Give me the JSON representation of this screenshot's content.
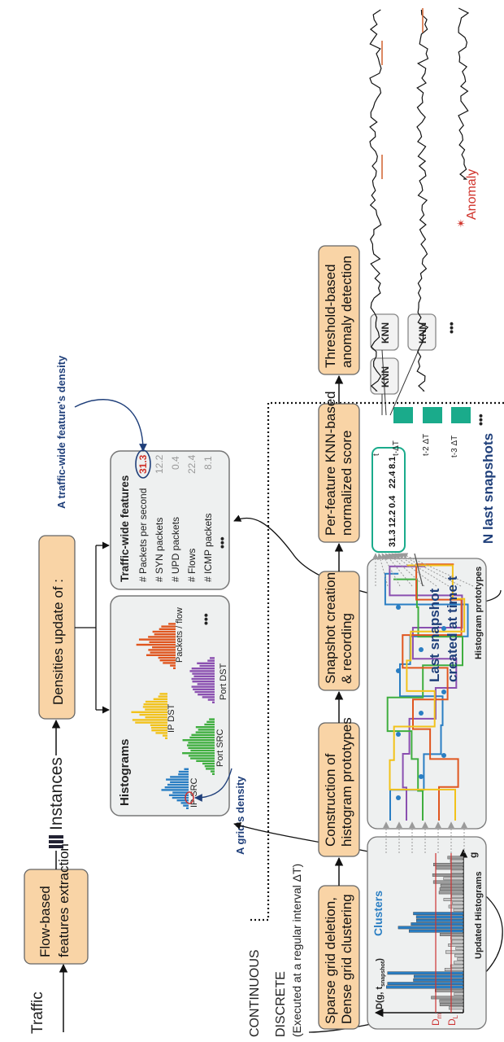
{
  "pipeline": {
    "traffic_label": "Traffic",
    "flow_box": [
      "Flow-based",
      "features extraction"
    ],
    "instances_label": "Instances",
    "densities_box": "Densities update of :",
    "continuous_label": "CONTINUOUS",
    "discrete_label": "DISCRETE",
    "discrete_sub": "(Executed at a regular interval  ΔT)"
  },
  "histograms_panel": {
    "title": "Histograms",
    "items": [
      "IP SRC",
      "IP DST",
      "Packets / flow",
      "Port SRC",
      "Port DST"
    ],
    "more": "•••",
    "grid_density_note": "A grid's density",
    "colors": {
      "ip_src": "#2a7ec3",
      "ip_dst": "#f2c21a",
      "packets": "#e0561f",
      "port_src": "#3fae3f",
      "port_dst": "#8a4fb0"
    }
  },
  "features_panel": {
    "title": "Traffic-wide features",
    "rows": [
      {
        "label": "# Packets per second",
        "value": "31.3"
      },
      {
        "label": "# SYN packets",
        "value": "12.2"
      },
      {
        "label": "# UPD packets",
        "value": "0.4"
      },
      {
        "label": "# Flows",
        "value": "22.4"
      },
      {
        "label": "# ICMP packets",
        "value": "8.1"
      }
    ],
    "more": "•••",
    "feature_density_note": "A traffic-wide feature's density"
  },
  "clustering_box": [
    "Sparse grid deletion,",
    "Dense grid clustering"
  ],
  "clustering_panel": {
    "clusters_label": "Clusters",
    "axis_y": "D(g, t",
    "axis_y_sub": "snapshot",
    "axis_x": "g",
    "dm": "D",
    "dm_sub": "m",
    "dl": "D",
    "dl_sub": "L",
    "caption": "Updated Histograms"
  },
  "prototype_box": [
    "Construction of",
    "histogram prototypes"
  ],
  "prototype_panel": {
    "caption": "Histogram prototypes"
  },
  "snapshot_box": [
    "Snapshot creation",
    "& recording"
  ],
  "snapshot_panel": {
    "values": [
      "31.3",
      "12.2",
      "0.4",
      "22.4",
      "8.1"
    ],
    "time_labels": [
      "t",
      "t-ΔT",
      "t-2 ΔT",
      "t-3 ΔT"
    ],
    "last_snapshot": [
      "Last snapshot",
      "created at time t"
    ],
    "n_last": "N last snapshots",
    "more": "•••"
  },
  "knn_box": [
    "Per-feature KNN-based",
    "normalized score"
  ],
  "knn_panel": {
    "label": "KNN",
    "more": "•••"
  },
  "threshold_box": [
    "Threshold-based",
    "anomaly detection"
  ],
  "anomaly_label": "Anomaly",
  "colors": {
    "box_fill": "#f9d4a6",
    "panel_fill": "#eef0f0",
    "teal": "#1aab8b",
    "red": "#d0322a",
    "blue": "#1f3f7a",
    "threshold": "#d46a3a"
  }
}
